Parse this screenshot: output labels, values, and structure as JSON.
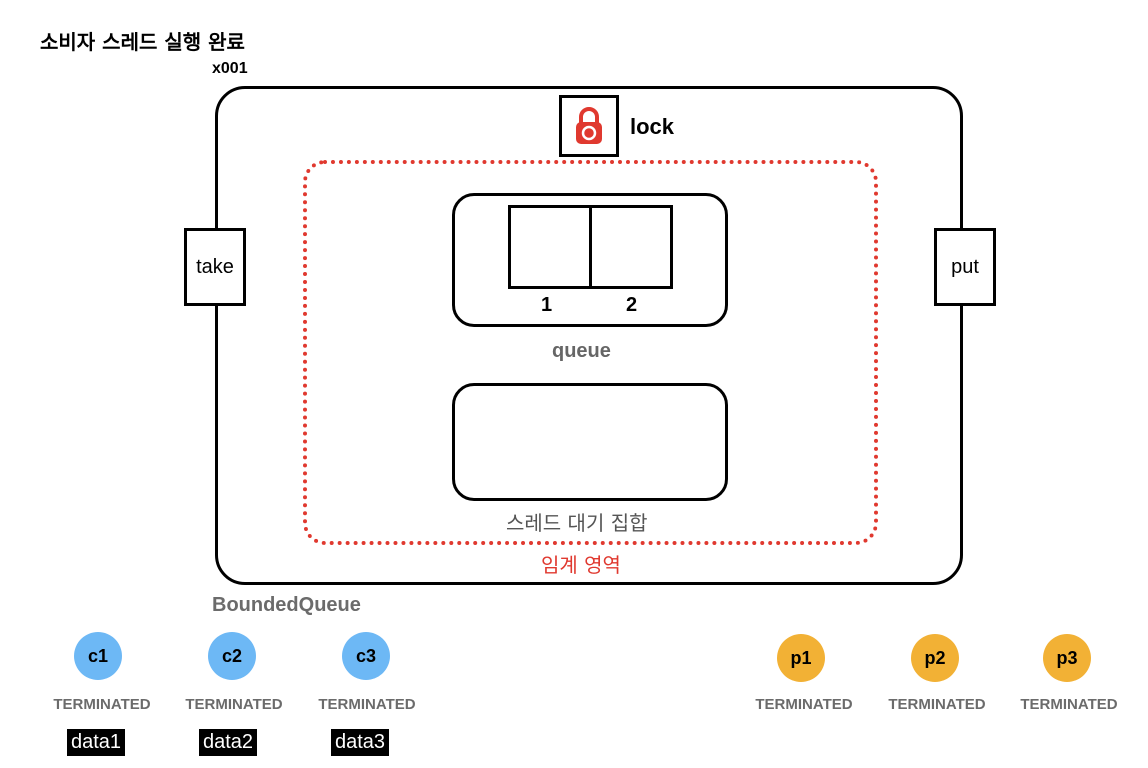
{
  "title": "소비자 스레드 실행 완료",
  "address": "x001",
  "lock": {
    "label": "lock",
    "color": "#e0392f"
  },
  "methods": {
    "take": "take",
    "put": "put"
  },
  "queue": {
    "label": "queue",
    "slots": [
      "1",
      "2"
    ]
  },
  "wait_set": {
    "label": "스레드 대기 집합"
  },
  "critical_section": {
    "label": "임계 영역",
    "color": "#e0392f"
  },
  "bounded_queue": {
    "label": "BoundedQueue"
  },
  "consumers": [
    {
      "name": "c1",
      "state": "TERMINATED",
      "data": "data1"
    },
    {
      "name": "c2",
      "state": "TERMINATED",
      "data": "data2"
    },
    {
      "name": "c3",
      "state": "TERMINATED",
      "data": "data3"
    }
  ],
  "producers": [
    {
      "name": "p1",
      "state": "TERMINATED"
    },
    {
      "name": "p2",
      "state": "TERMINATED"
    },
    {
      "name": "p3",
      "state": "TERMINATED"
    }
  ],
  "colors": {
    "consumer": "#6db8f5",
    "producer": "#f2b135"
  }
}
